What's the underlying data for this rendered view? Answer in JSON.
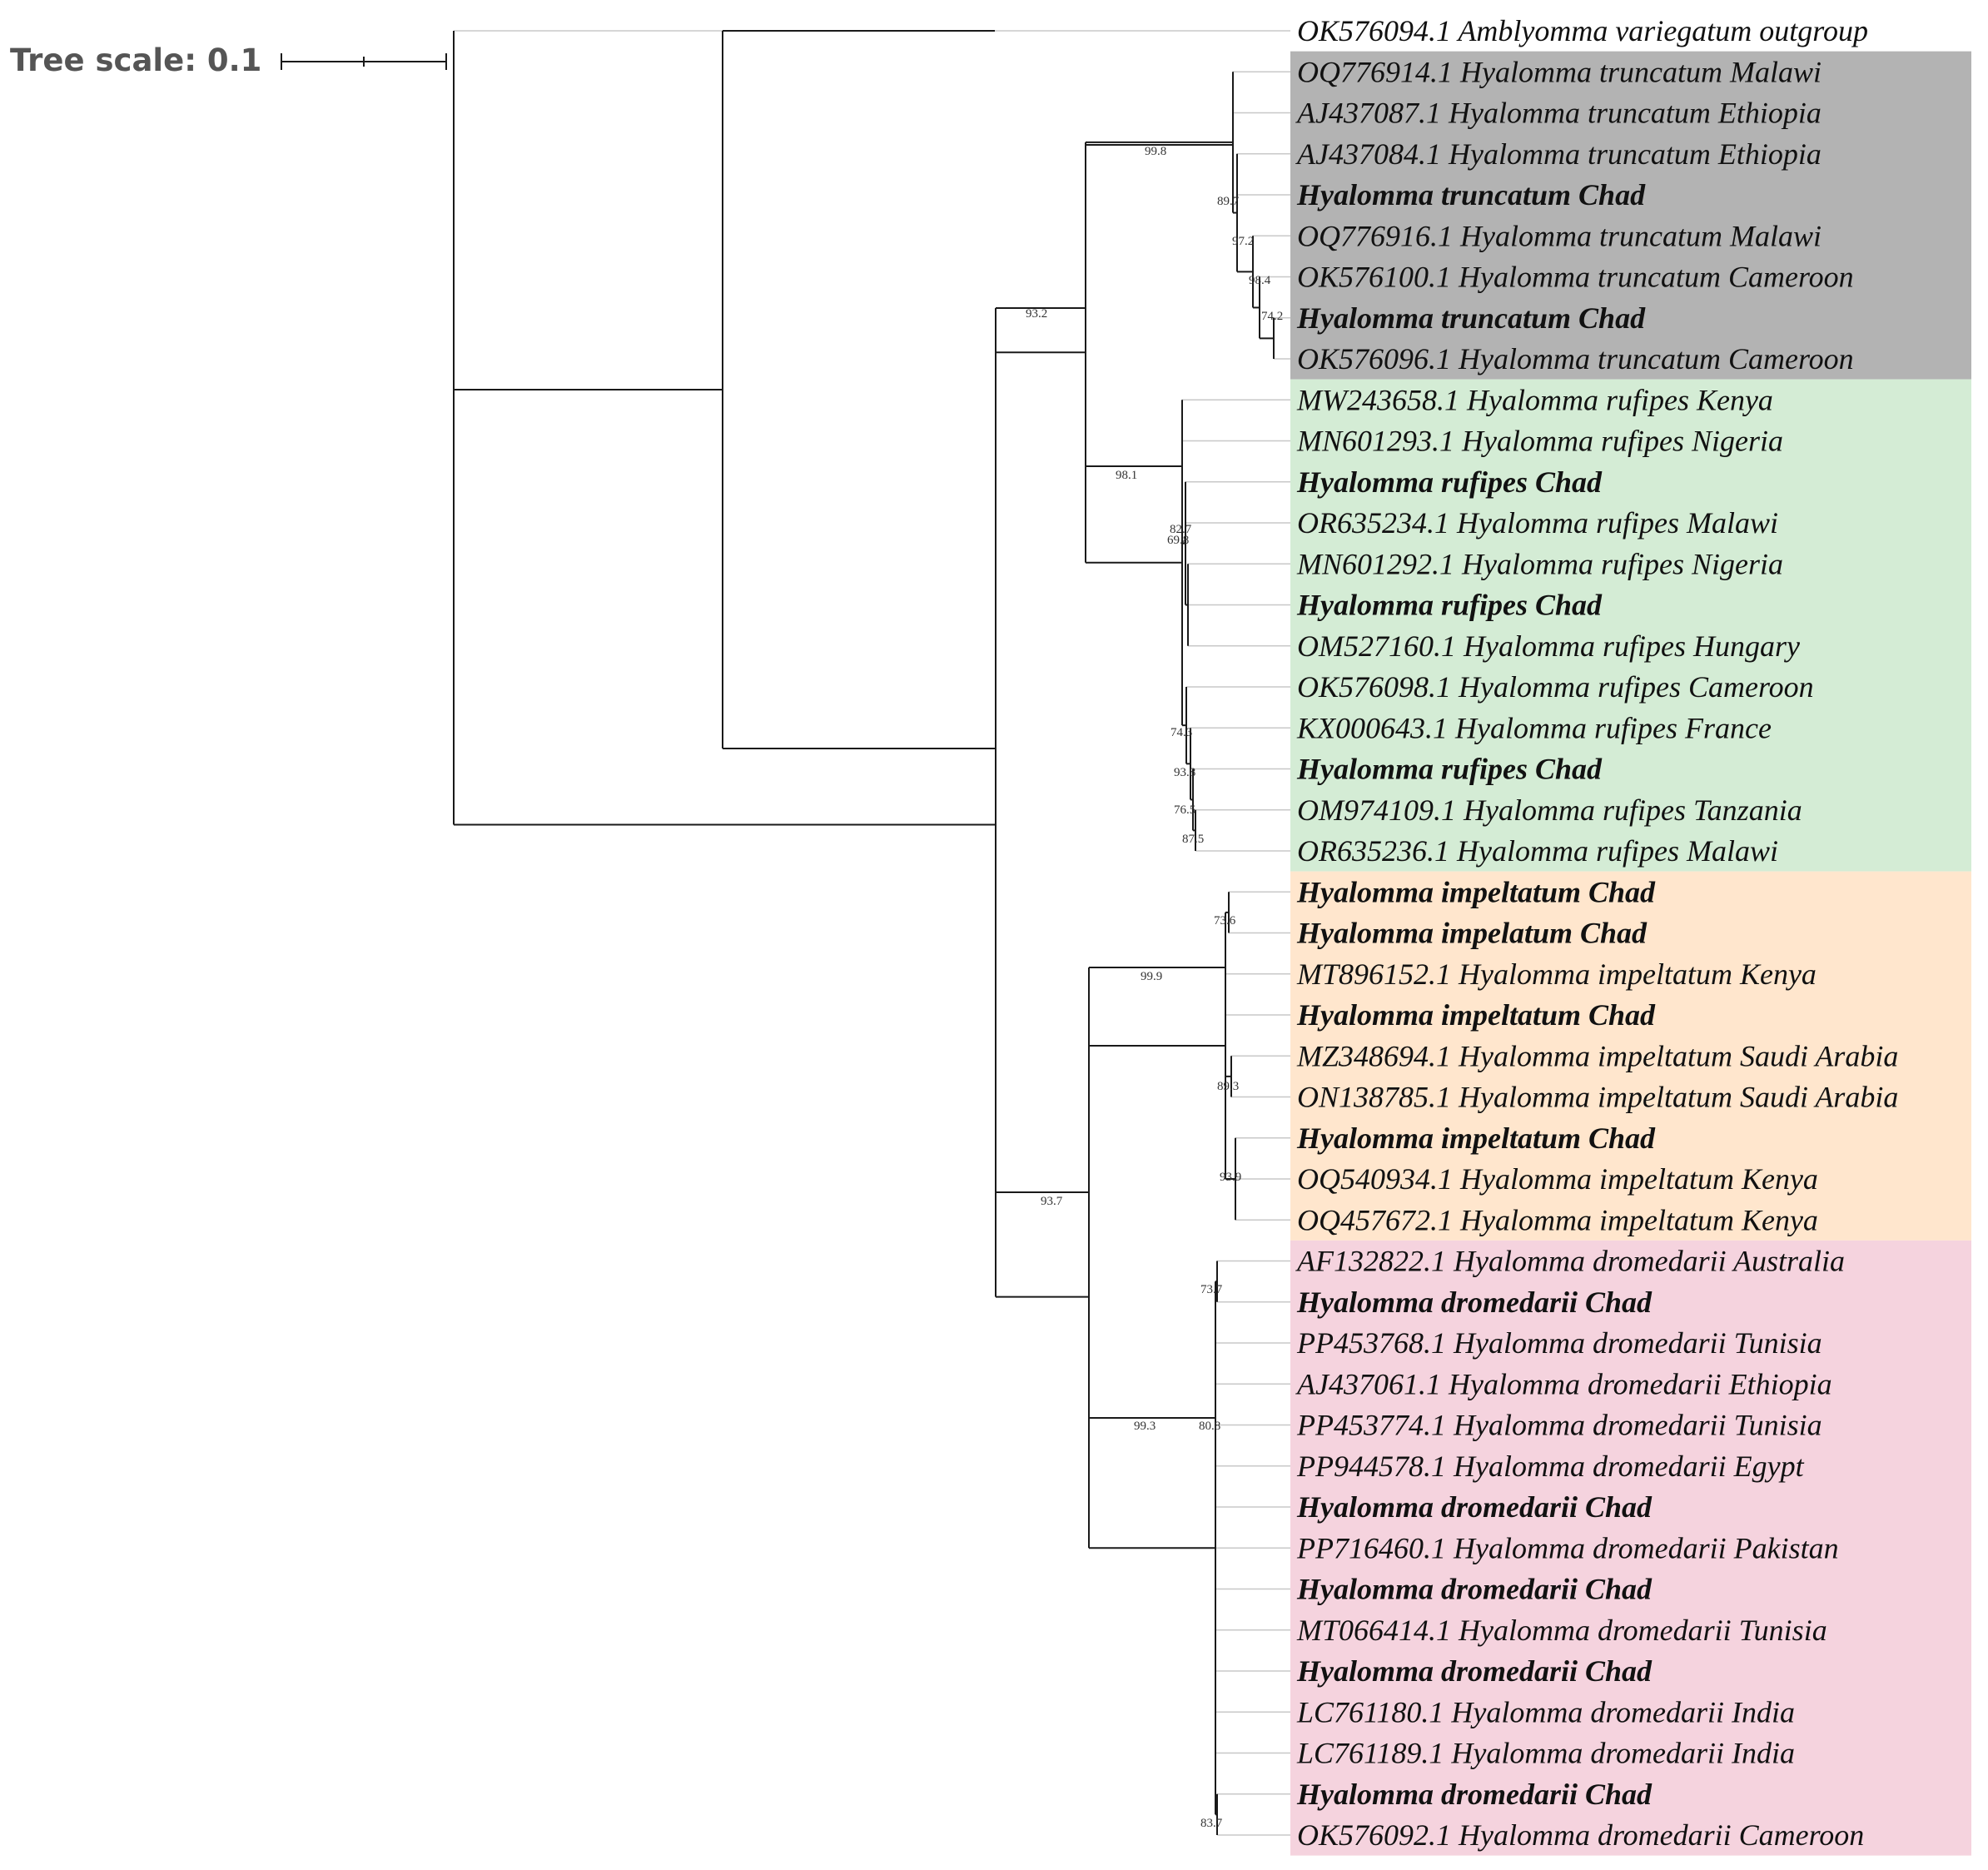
{
  "scale": {
    "label": "Tree scale: 0.1"
  },
  "colors": {
    "truncatum": "#b3b3b3",
    "rufipes": "#d4ecd5",
    "impeltatum": "#ffe6cd",
    "dromedarii": "#f5d3de"
  },
  "clades": [
    {
      "id": "truncatum",
      "first": 1,
      "last": 8
    },
    {
      "id": "rufipes",
      "first": 9,
      "last": 20
    },
    {
      "id": "impeltatum",
      "first": 21,
      "last": 29
    },
    {
      "id": "dromedarii",
      "first": 30,
      "last": 44
    }
  ],
  "leaves": [
    {
      "label": "OK576094.1 Amblyomma variegatum outgroup",
      "bold": false
    },
    {
      "label": "OQ776914.1 Hyalomma truncatum Malawi",
      "bold": false
    },
    {
      "label": "AJ437087.1 Hyalomma truncatum Ethiopia",
      "bold": false
    },
    {
      "label": "AJ437084.1 Hyalomma truncatum Ethiopia",
      "bold": false
    },
    {
      "label": "Hyalomma truncatum Chad",
      "bold": true
    },
    {
      "label": "OQ776916.1 Hyalomma truncatum Malawi",
      "bold": false
    },
    {
      "label": "OK576100.1 Hyalomma truncatum Cameroon",
      "bold": false
    },
    {
      "label": "Hyalomma truncatum Chad",
      "bold": true
    },
    {
      "label": "OK576096.1 Hyalomma truncatum Cameroon",
      "bold": false
    },
    {
      "label": "MW243658.1 Hyalomma rufipes Kenya",
      "bold": false
    },
    {
      "label": "MN601293.1 Hyalomma rufipes Nigeria",
      "bold": false
    },
    {
      "label": "Hyalomma rufipes Chad",
      "bold": true
    },
    {
      "label": "OR635234.1 Hyalomma rufipes Malawi",
      "bold": false
    },
    {
      "label": "MN601292.1 Hyalomma rufipes Nigeria",
      "bold": false
    },
    {
      "label": "Hyalomma rufipes Chad",
      "bold": true
    },
    {
      "label": "OM527160.1 Hyalomma rufipes Hungary",
      "bold": false
    },
    {
      "label": "OK576098.1 Hyalomma rufipes Cameroon",
      "bold": false
    },
    {
      "label": "KX000643.1 Hyalomma rufipes France",
      "bold": false
    },
    {
      "label": "Hyalomma rufipes Chad",
      "bold": true
    },
    {
      "label": "OM974109.1 Hyalomma rufipes Tanzania",
      "bold": false
    },
    {
      "label": "OR635236.1 Hyalomma rufipes Malawi",
      "bold": false
    },
    {
      "label": "Hyalomma impeltatum Chad",
      "bold": true
    },
    {
      "label": "Hyalomma impelatum Chad",
      "bold": true
    },
    {
      "label": "MT896152.1 Hyalomma impeltatum Kenya",
      "bold": false
    },
    {
      "label": "Hyalomma impeltatum Chad",
      "bold": true
    },
    {
      "label": "MZ348694.1 Hyalomma impeltatum Saudi Arabia",
      "bold": false
    },
    {
      "label": "ON138785.1 Hyalomma impeltatum Saudi Arabia",
      "bold": false
    },
    {
      "label": "Hyalomma impeltatum Chad",
      "bold": true
    },
    {
      "label": "OQ540934.1 Hyalomma impeltatum Kenya",
      "bold": false
    },
    {
      "label": "OQ457672.1 Hyalomma impeltatum Kenya",
      "bold": false
    },
    {
      "label": "AF132822.1 Hyalomma dromedarii Australia",
      "bold": false
    },
    {
      "label": "Hyalomma dromedarii Chad",
      "bold": true
    },
    {
      "label": "PP453768.1 Hyalomma dromedarii Tunisia",
      "bold": false
    },
    {
      "label": "AJ437061.1 Hyalomma dromedarii Ethiopia",
      "bold": false
    },
    {
      "label": "PP453774.1 Hyalomma dromedarii Tunisia",
      "bold": false
    },
    {
      "label": "PP944578.1 Hyalomma dromedarii Egypt",
      "bold": false
    },
    {
      "label": "Hyalomma dromedarii Chad",
      "bold": true
    },
    {
      "label": "PP716460.1 Hyalomma dromedarii Pakistan",
      "bold": false
    },
    {
      "label": "Hyalomma dromedarii Chad",
      "bold": true
    },
    {
      "label": "MT066414.1 Hyalomma dromedarii Tunisia",
      "bold": false
    },
    {
      "label": "Hyalomma dromedarii Chad",
      "bold": true
    },
    {
      "label": "LC761180.1 Hyalomma dromedarii India",
      "bold": false
    },
    {
      "label": "LC761189.1 Hyalomma dromedarii India",
      "bold": false
    },
    {
      "label": "Hyalomma dromedarii Chad",
      "bold": true
    },
    {
      "label": "OK576092.1 Hyalomma dromedarii Cameroon",
      "bold": false
    }
  ],
  "bootstrap_values": [
    "99.8",
    "93.2",
    "89.7",
    "97.2",
    "98.4",
    "74.2",
    "98.1",
    "82.7",
    "69.8",
    "74.3",
    "93.8",
    "76.5",
    "87.5",
    "99.9",
    "73.6",
    "89.3",
    "93.9",
    "93.7",
    "99.3",
    "73.7",
    "80.8",
    "83.7"
  ]
}
